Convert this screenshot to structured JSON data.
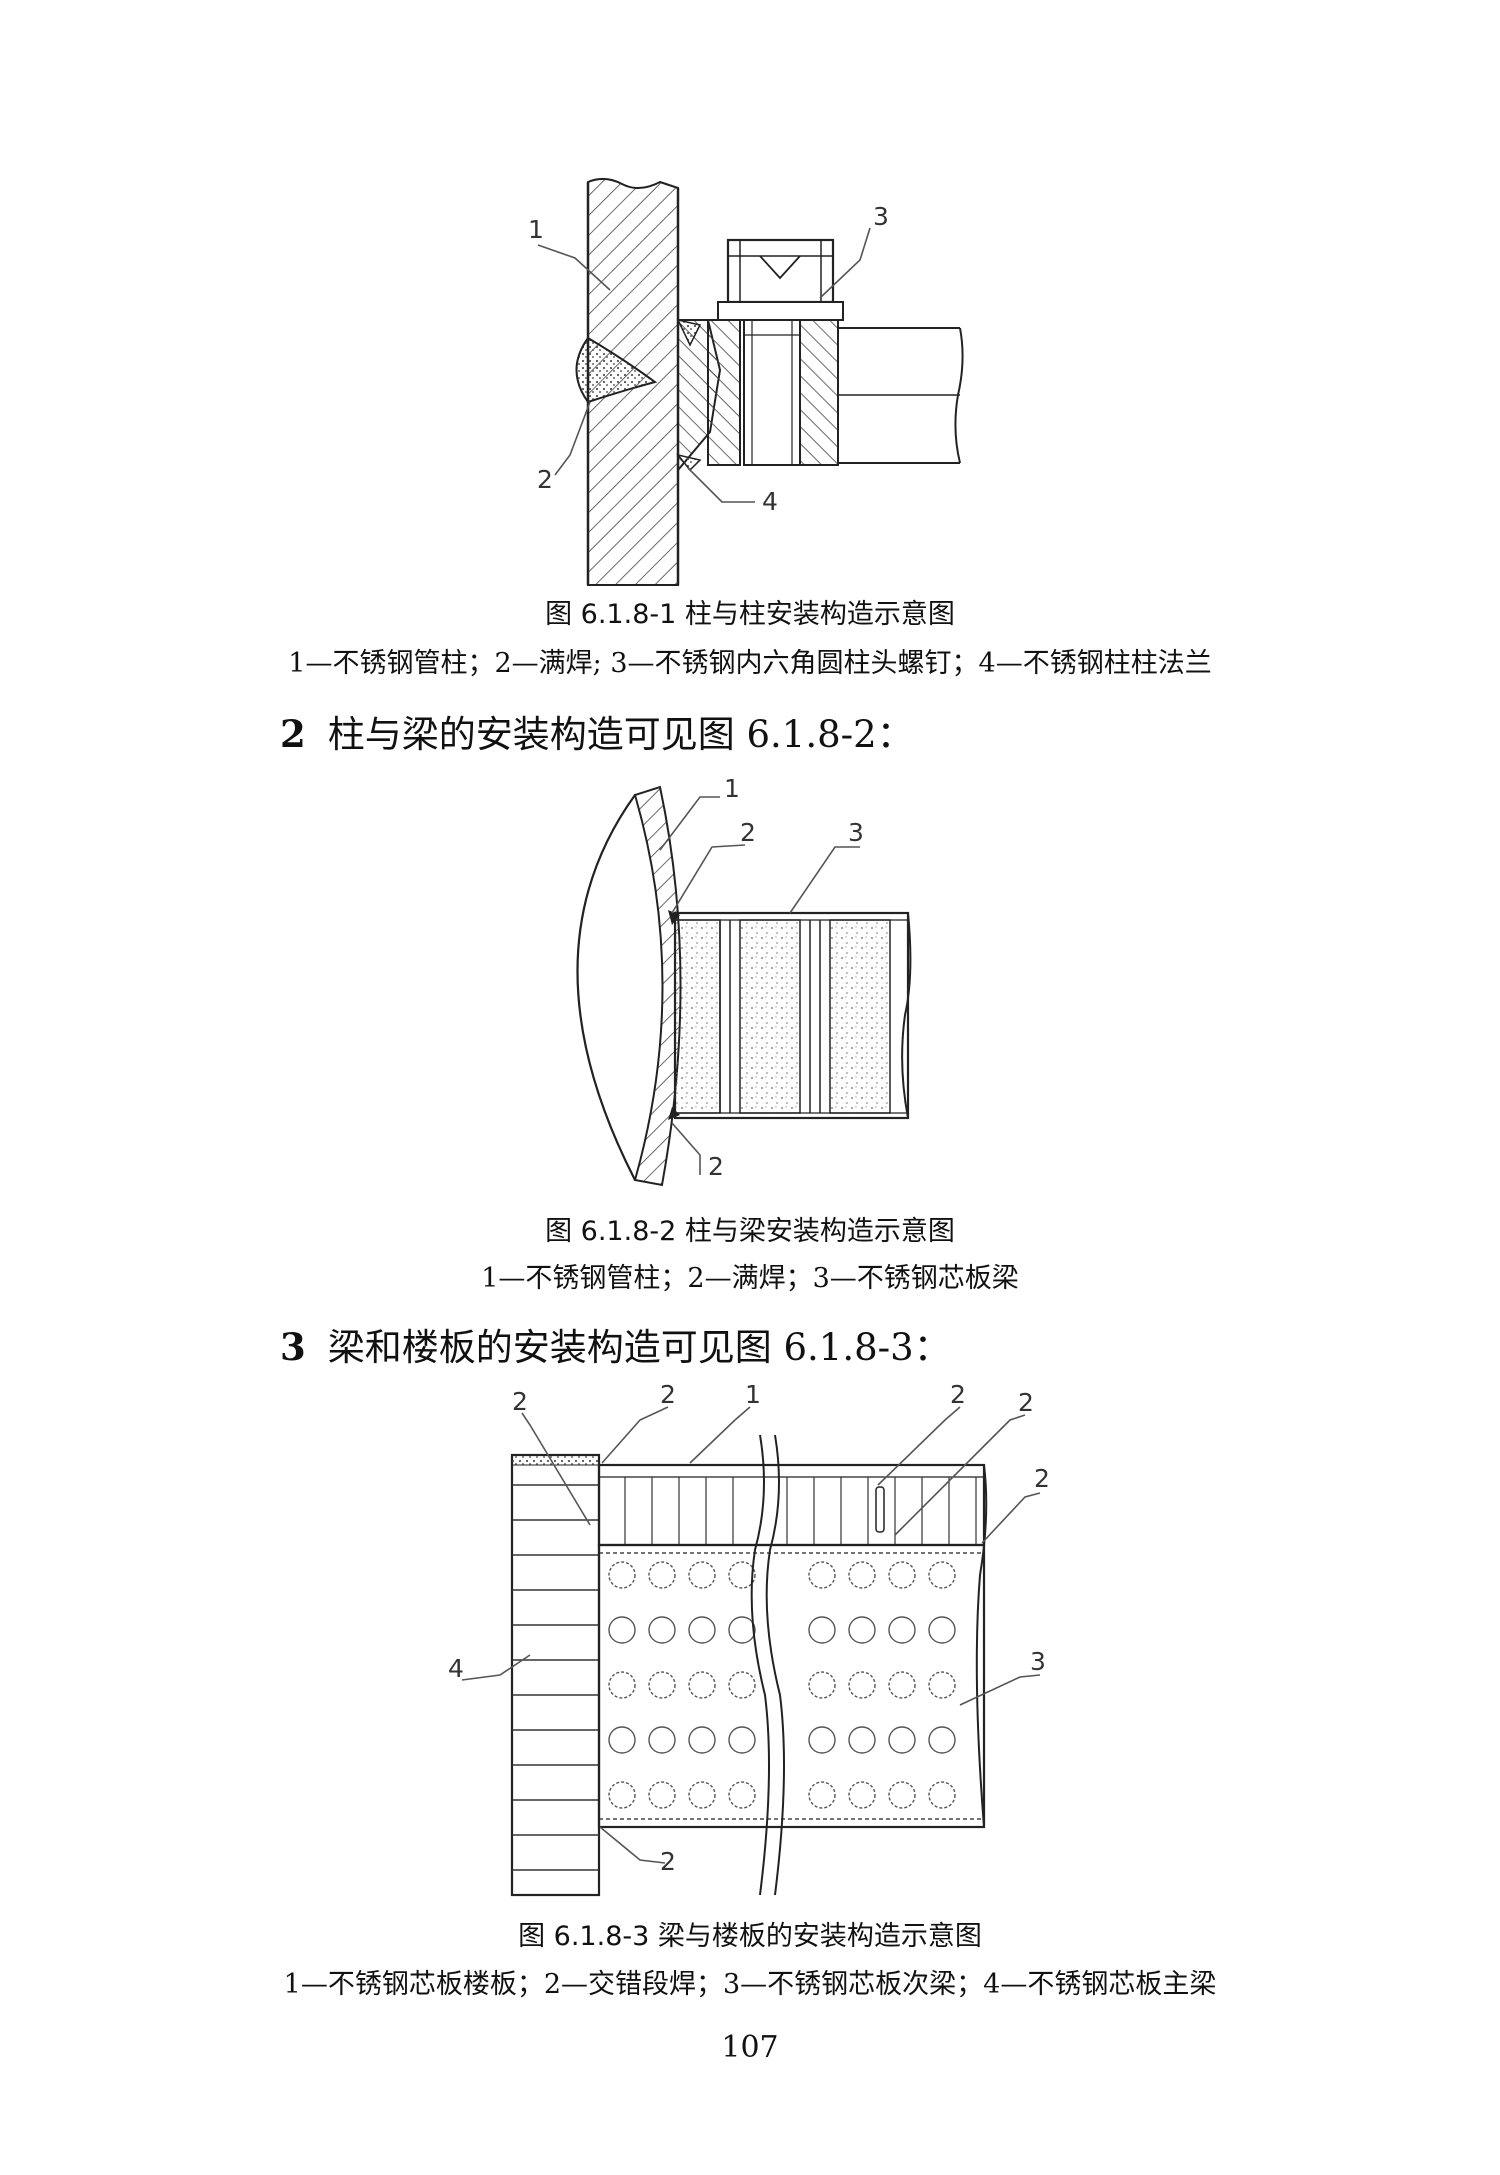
{
  "figure1": {
    "caption": "图 6.1.8-1  柱与柱安装构造示意图",
    "legend": "1—不锈钢管柱；2—满焊; 3—不锈钢内六角圆柱头螺钉；4—不锈钢柱柱法兰",
    "labels": [
      "1",
      "2",
      "3",
      "4"
    ]
  },
  "paragraph2": {
    "number": "2",
    "text": "柱与梁的安装构造可见图 6.1.8-2："
  },
  "figure2": {
    "caption": "图 6.1.8-2  柱与梁安装构造示意图",
    "legend": "1—不锈钢管柱；2—满焊；3—不锈钢芯板梁",
    "labels": [
      "1",
      "2",
      "3",
      "2"
    ]
  },
  "paragraph3": {
    "number": "3",
    "text": "梁和楼板的安装构造可见图 6.1.8-3："
  },
  "figure3": {
    "caption": "图 6.1.8-3  梁与楼板的安装构造示意图",
    "legend": "1—不锈钢芯板楼板；2—交错段焊；3—不锈钢芯板次梁；4—不锈钢芯板主梁",
    "labels": [
      "2",
      "2",
      "1",
      "2",
      "2",
      "2",
      "3",
      "4",
      "2"
    ]
  },
  "page_number": "107"
}
